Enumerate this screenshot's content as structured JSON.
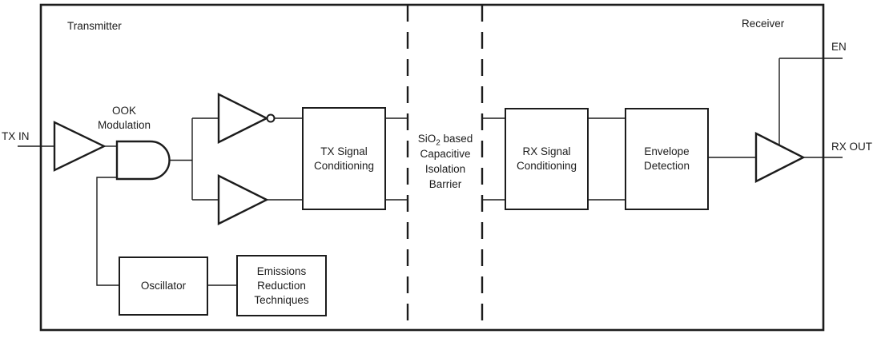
{
  "diagram": {
    "title_left": "Transmitter",
    "title_right": "Receiver",
    "ports": {
      "tx_in": "TX IN",
      "en": "EN",
      "rx_out": "RX OUT"
    },
    "labels": {
      "ook_modulation": "OOK\nModulation"
    },
    "barrier": {
      "formula_prefix": "SiO",
      "formula_subscript": "2",
      "formula_suffix": " based",
      "line2": "Capacitive",
      "line3": "Isolation",
      "line4": "Barrier"
    },
    "blocks": {
      "tx_signal_conditioning": "TX Signal\nConditioning",
      "rx_signal_conditioning": "RX Signal\nConditioning",
      "envelope_detection": "Envelope\nDetection",
      "oscillator": "Oscillator",
      "emissions_reduction": "Emissions\nReduction\nTechniques"
    },
    "colors": {
      "ink": "#1c1c1c",
      "background": "#ffffff"
    }
  }
}
